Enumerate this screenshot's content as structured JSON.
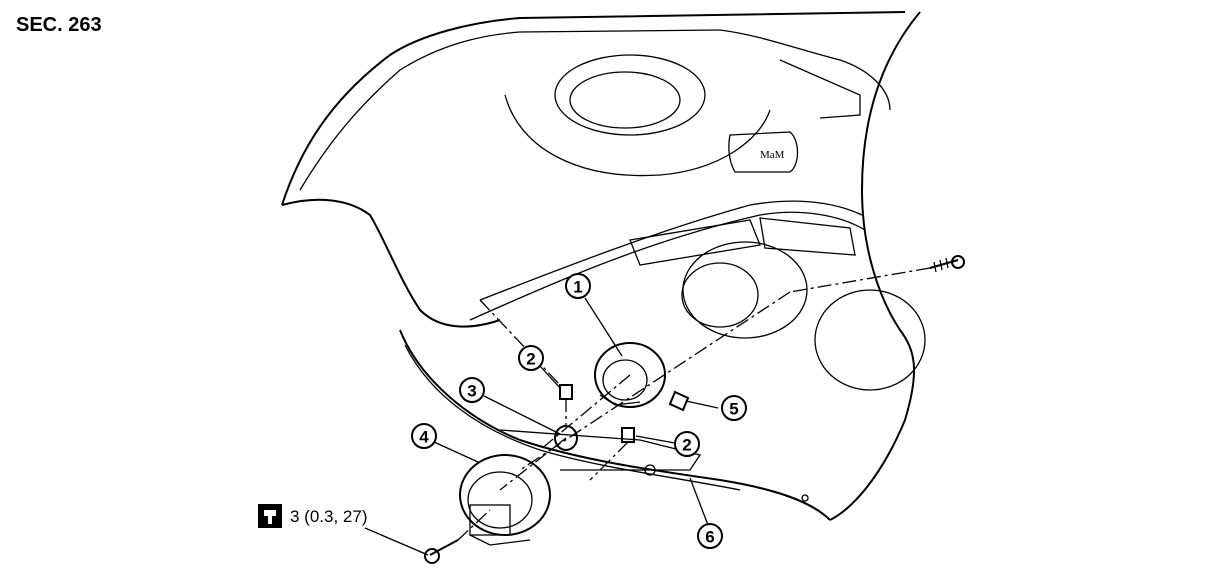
{
  "section_label": "SEC. 263",
  "torque_spec": "3 (0.3, 27)",
  "callouts": [
    "1",
    "2",
    "3",
    "2",
    "4",
    "5",
    "6"
  ]
}
